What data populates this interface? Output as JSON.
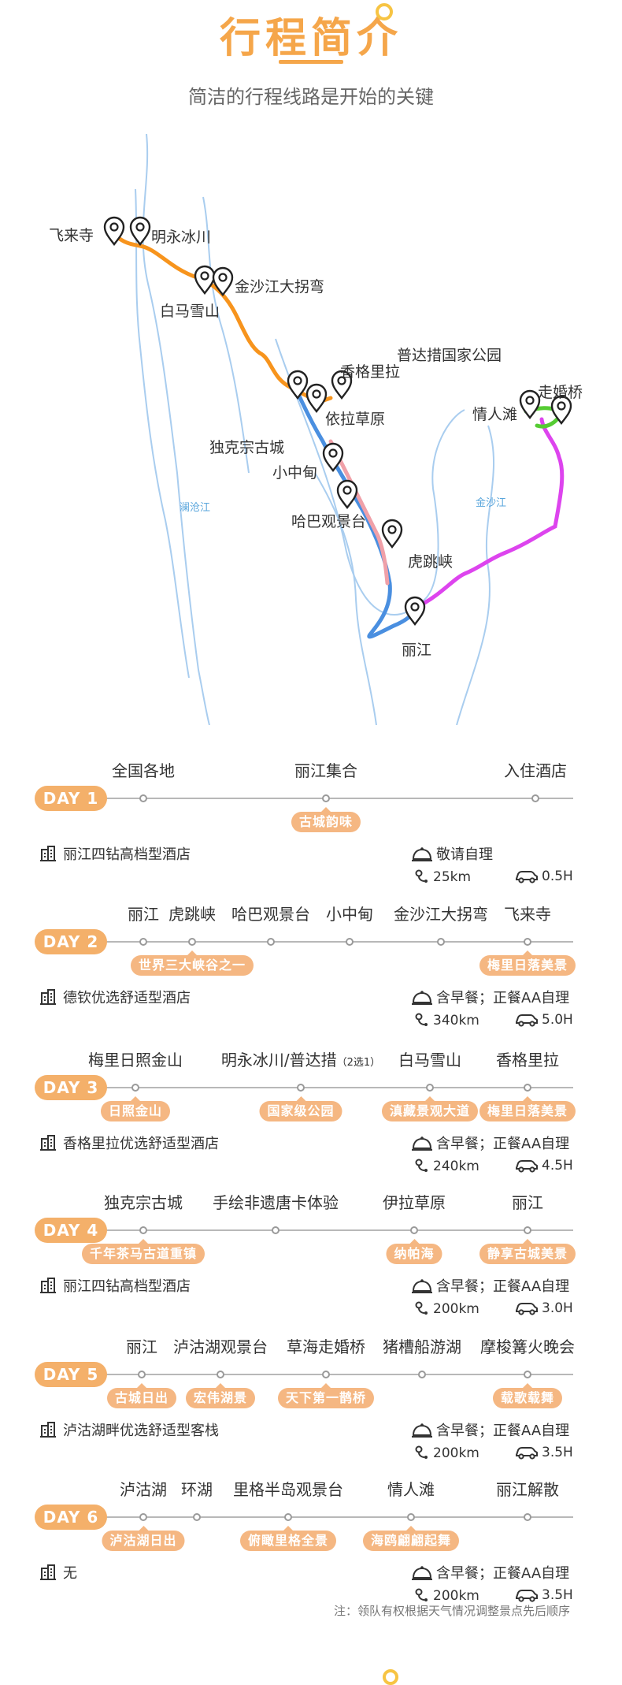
{
  "header": {
    "title": "行程简介",
    "subtitle": "简洁的行程线路是开始的关键"
  },
  "map": {
    "places": [
      "飞来寺",
      "明永冰川",
      "金沙江大拐弯",
      "白马雪山",
      "普达措国家公园",
      "香格里拉",
      "依拉草原",
      "走婚桥",
      "情人滩",
      "独克宗古城",
      "小中甸",
      "哈巴观景台",
      "虎跳峡",
      "丽江"
    ],
    "rivers": [
      "澜沧江",
      "金沙江"
    ],
    "route_colors": {
      "orange": "#f7941d",
      "blue": "#4a8fe0",
      "pink": "#f0a0a8",
      "magenta": "#dd44ee",
      "green": "#55cc33",
      "river": "#a9cdef"
    }
  },
  "days": [
    {
      "badge": "DAY 1",
      "stops": [
        "全国各地",
        "丽江集合",
        "入住酒店"
      ],
      "tags": [
        "古城韵味"
      ],
      "hotel": "丽江四钻高档型酒店",
      "meal": "敬请自理",
      "distance": "25km",
      "duration": "0.5H"
    },
    {
      "badge": "DAY 2",
      "stops": [
        "丽江",
        "虎跳峡",
        "哈巴观景台",
        "小中甸",
        "金沙江大拐弯",
        "飞来寺"
      ],
      "tags": [
        "世界三大峡谷之一",
        "梅里日落美景"
      ],
      "hotel": "德钦优选舒适型酒店",
      "meal": "含早餐；正餐AA自理",
      "distance": "340km",
      "duration": "5.0H"
    },
    {
      "badge": "DAY 3",
      "stops": [
        "梅里日照金山",
        "明永冰川/普达措",
        "白马雪山",
        "香格里拉"
      ],
      "stop_note": "（2选1）",
      "tags": [
        "日照金山",
        "国家级公园",
        "滇藏景观大道",
        "梅里日落美景"
      ],
      "hotel": "香格里拉优选舒适型酒店",
      "meal": "含早餐；正餐AA自理",
      "distance": "240km",
      "duration": "4.5H"
    },
    {
      "badge": "DAY 4",
      "stops": [
        "独克宗古城",
        "手绘非遗唐卡体验",
        "伊拉草原",
        "丽江"
      ],
      "tags": [
        "千年茶马古道重镇",
        "纳帕海",
        "静享古城美景"
      ],
      "hotel": "丽江四钻高档型酒店",
      "meal": "含早餐；正餐AA自理",
      "distance": "200km",
      "duration": "3.0H"
    },
    {
      "badge": "DAY 5",
      "stops": [
        "丽江",
        "泸沽湖观景台",
        "草海走婚桥",
        "猪槽船游湖",
        "摩梭篝火晚会"
      ],
      "tags": [
        "古城日出",
        "宏伟湖景",
        "天下第一鹊桥",
        "载歌载舞"
      ],
      "hotel": "泸沽湖畔优选舒适型客栈",
      "meal": "含早餐；正餐AA自理",
      "distance": "200km",
      "duration": "3.5H"
    },
    {
      "badge": "DAY 6",
      "stops": [
        "泸沽湖",
        "环湖",
        "里格半岛观景台",
        "情人滩",
        "丽江解散"
      ],
      "tags": [
        "泸沽湖日出",
        "俯瞰里格全景",
        "海鸥翩翩起舞"
      ],
      "hotel": "无",
      "meal": "含早餐；正餐AA自理",
      "distance": "200km",
      "duration": "3.5H"
    }
  ],
  "note": "注：领队有权根据天气情况调整景点先后顺序"
}
